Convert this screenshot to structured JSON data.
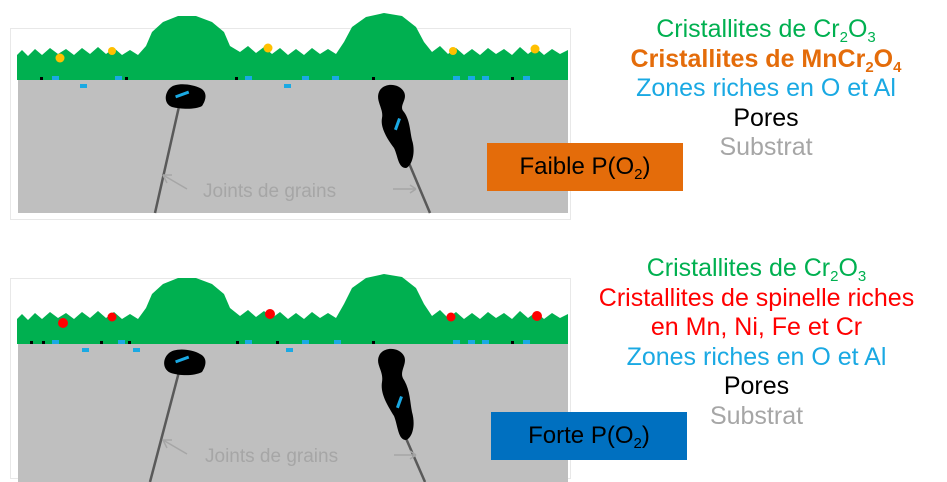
{
  "top_panel": {
    "grain_boundary_label": "Joints de grains",
    "condition": {
      "prefix": "Faible P(O",
      "sub": "2",
      "suffix": ")",
      "color": "#e46c0a"
    },
    "legend": {
      "cr2o3": {
        "pre": "Cristallites de Cr",
        "s1": "2",
        "mid": "O",
        "s2": "3",
        "color": "#00b050"
      },
      "mncr2o4": {
        "pre": "Cristallites de MnCr",
        "s1": "2",
        "mid": "O",
        "s2": "4",
        "color": "#e46c0a"
      },
      "o_al_zones": {
        "text": "Zones riches en O et Al",
        "color": "#1aa9e3"
      },
      "pores": {
        "text": "Pores",
        "color": "#000000"
      },
      "substrate": {
        "text": "Substrat",
        "color": "#a6a6a6"
      }
    }
  },
  "bottom_panel": {
    "grain_boundary_label": "Joints de grains",
    "condition": {
      "prefix": "Forte P(O",
      "sub": "2",
      "suffix": ")",
      "color": "#0070c0"
    },
    "legend": {
      "cr2o3": {
        "pre": "Cristallites de Cr",
        "s1": "2",
        "mid": "O",
        "s2": "3",
        "color": "#00b050"
      },
      "spinel_line1": {
        "text": "Cristallites de spinelle riches",
        "color": "#ff0000"
      },
      "spinel_line2": {
        "text": "en Mn, Ni, Fe et Cr",
        "color": "#ff0000"
      },
      "o_al_zones": {
        "text": "Zones riches en O et Al",
        "color": "#1aa9e3"
      },
      "pores": {
        "text": "Pores",
        "color": "#000000"
      },
      "substrate": {
        "text": "Substrat",
        "color": "#a6a6a6"
      }
    }
  },
  "colors": {
    "oxide_layer": "#00b050",
    "substrate": "#bfbfbf",
    "pore": "#000000",
    "o_al_zone": "#1aa9e3",
    "mncr2o4_crystallite": "#ffc000",
    "spinel_crystallite": "#ff0000",
    "grain_boundary": "#595959"
  }
}
